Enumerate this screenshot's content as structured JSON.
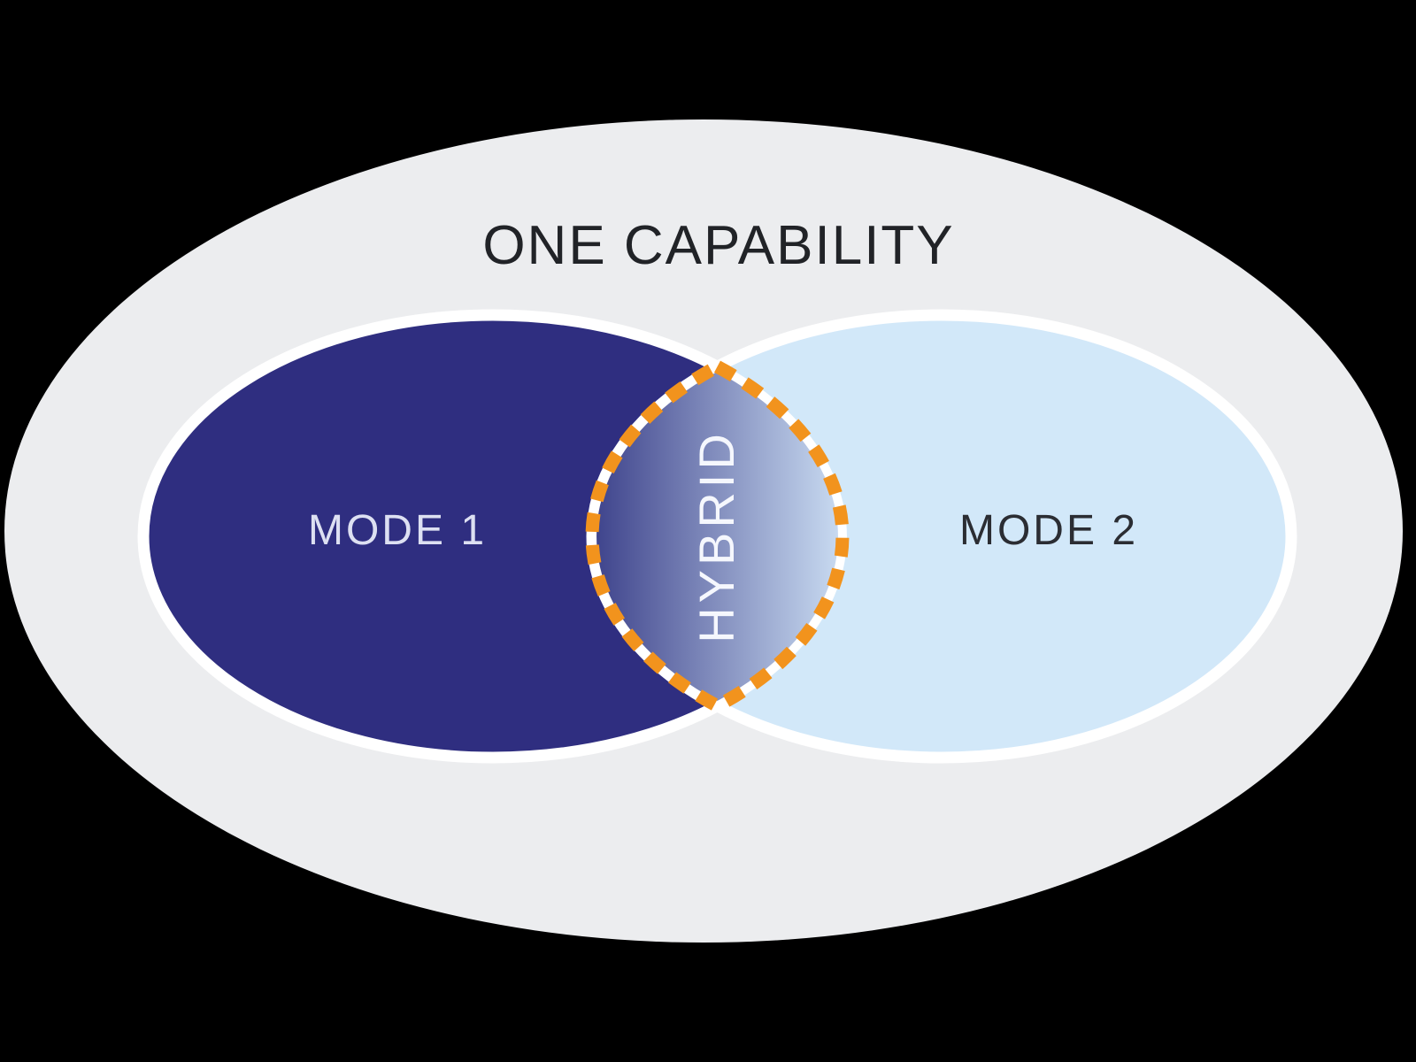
{
  "diagram": {
    "title": "ONE CAPABILITY",
    "regions": {
      "mode1_label": "MODE 1",
      "mode2_label": "MODE 2",
      "hybrid_label": "HYBRID"
    },
    "colors": {
      "page_background": "#000000",
      "capability_ellipse_fill": "#ecedef",
      "mode1_fill": "#2f2e80",
      "mode2_fill": "#d2e8f9",
      "hybrid_gradient_start": "#3d428b",
      "hybrid_gradient_end": "#cadcf2",
      "hybrid_dash_orange": "#f2931d",
      "separator_white": "#ffffff",
      "title_text": "#212327",
      "mode1_text": "#dde0f2",
      "mode2_text": "#2b2d33",
      "hybrid_text": "#f5f7fd"
    }
  }
}
